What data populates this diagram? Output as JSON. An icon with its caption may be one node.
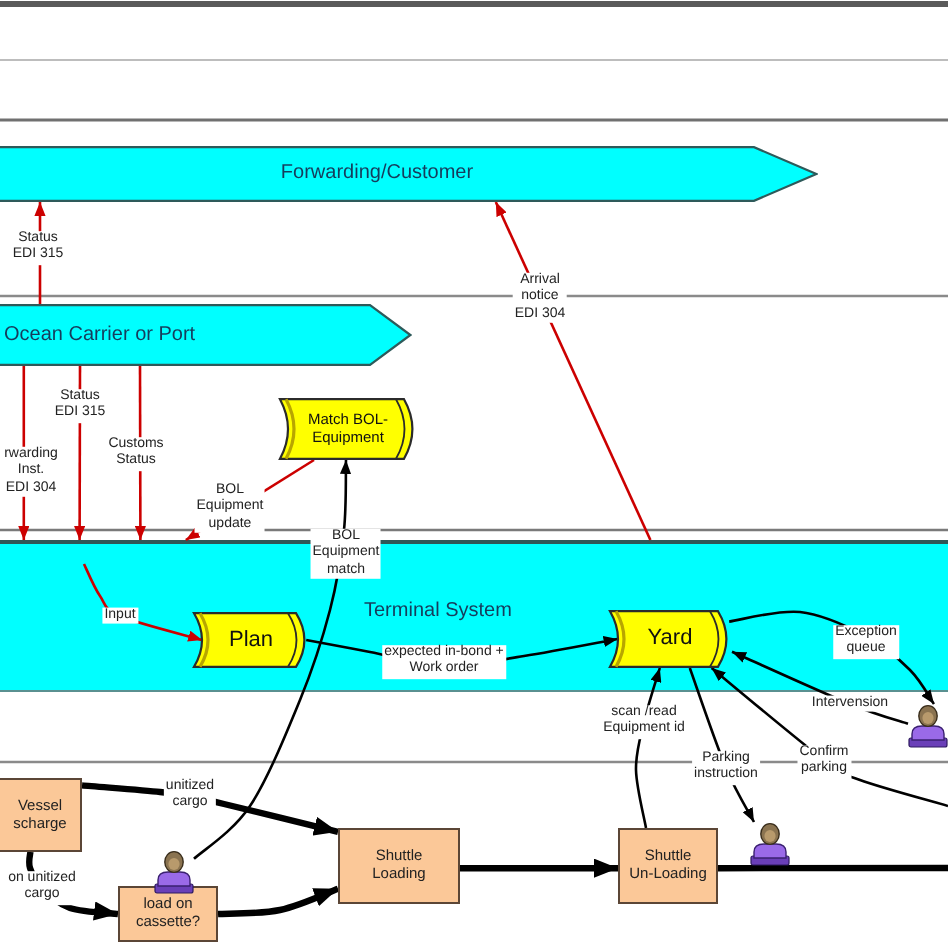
{
  "diagram": {
    "nodes": [
      {
        "text": [
          "Forwarding/Customer"
        ]
      },
      {
        "text": [
          "Ocean Carrier or Port"
        ]
      },
      {
        "text": [
          "Match BOL-Equipment"
        ]
      },
      {
        "text": [
          "Terminal System"
        ]
      },
      {
        "text": [
          "Plan"
        ],
        "in": 3
      },
      {
        "text": [
          "Yard"
        ],
        "in": 3
      },
      {
        "text": [],
        "shape": "person"
      },
      {
        "text": [
          "Vessel scharge"
        ]
      },
      {
        "text": [
          "Shuttle Loading"
        ]
      },
      {
        "text": [],
        "shape": "person"
      },
      {
        "text": [
          "Shuttle Un-Loading"
        ]
      },
      {
        "text": [],
        "shape": "person"
      },
      {
        "text": [
          "load on cassette?"
        ]
      }
    ],
    "edges": [
      {
        "from": 1,
        "to": 0,
        "arrow": "to",
        "label": "Status EDI 315",
        "color": "#cc0000"
      },
      {
        "from": 3,
        "to": 0,
        "arrow": "to",
        "label": "Arrival notice EDI 304",
        "color": "#cc0000"
      },
      {
        "from": 1,
        "to": 3,
        "arrow": "to",
        "label": "rwarding Inst. EDI 304",
        "color": "#cc0000"
      },
      {
        "from": 1,
        "to": 3,
        "arrow": "to",
        "label": "Status EDI 315",
        "color": "#cc0000"
      },
      {
        "from": 1,
        "to": 3,
        "arrow": "to",
        "label": "Customs Status",
        "color": "#cc0000"
      },
      {
        "from": 2,
        "to": 3,
        "arrow": "to",
        "label": "BOL Equipment update",
        "color": "#cc0000"
      },
      {
        "from": 11,
        "to": 2,
        "arrow": "to",
        "label": "BOL Equipment match"
      },
      {
        "from": null,
        "to": 4,
        "arrow": "to",
        "label": "Input",
        "color": "#cc0000"
      },
      {
        "from": 4,
        "to": 5,
        "arrow": "to",
        "label": "expected in-bond + Work order"
      },
      {
        "from": 5,
        "to": 6,
        "arrow": "to",
        "label": "Exception queue"
      },
      {
        "from": 6,
        "to": 5,
        "arrow": "to",
        "label": "Intervension"
      },
      {
        "from": null,
        "to": 5,
        "arrow": "to",
        "label": "Confirm parking"
      },
      {
        "from": 5,
        "to": 9,
        "arrow": "to",
        "label": "Parking instruction"
      },
      {
        "from": 10,
        "to": 5,
        "arrow": "to",
        "label": "scan /read Equipment id"
      },
      {
        "from": 7,
        "to": 8,
        "arrow": "to",
        "label": "unitized cargo",
        "style": "thick"
      },
      {
        "from": 7,
        "to": 12,
        "arrow": "to",
        "label": "on unitized cargo",
        "style": "thick"
      },
      {
        "from": 12,
        "to": 8,
        "arrow": "to",
        "style": "thick"
      },
      {
        "from": 8,
        "to": 10,
        "arrow": "to",
        "style": "thick"
      },
      {
        "from": 10,
        "to": null,
        "arrow": "none",
        "style": "thick"
      }
    ]
  }
}
